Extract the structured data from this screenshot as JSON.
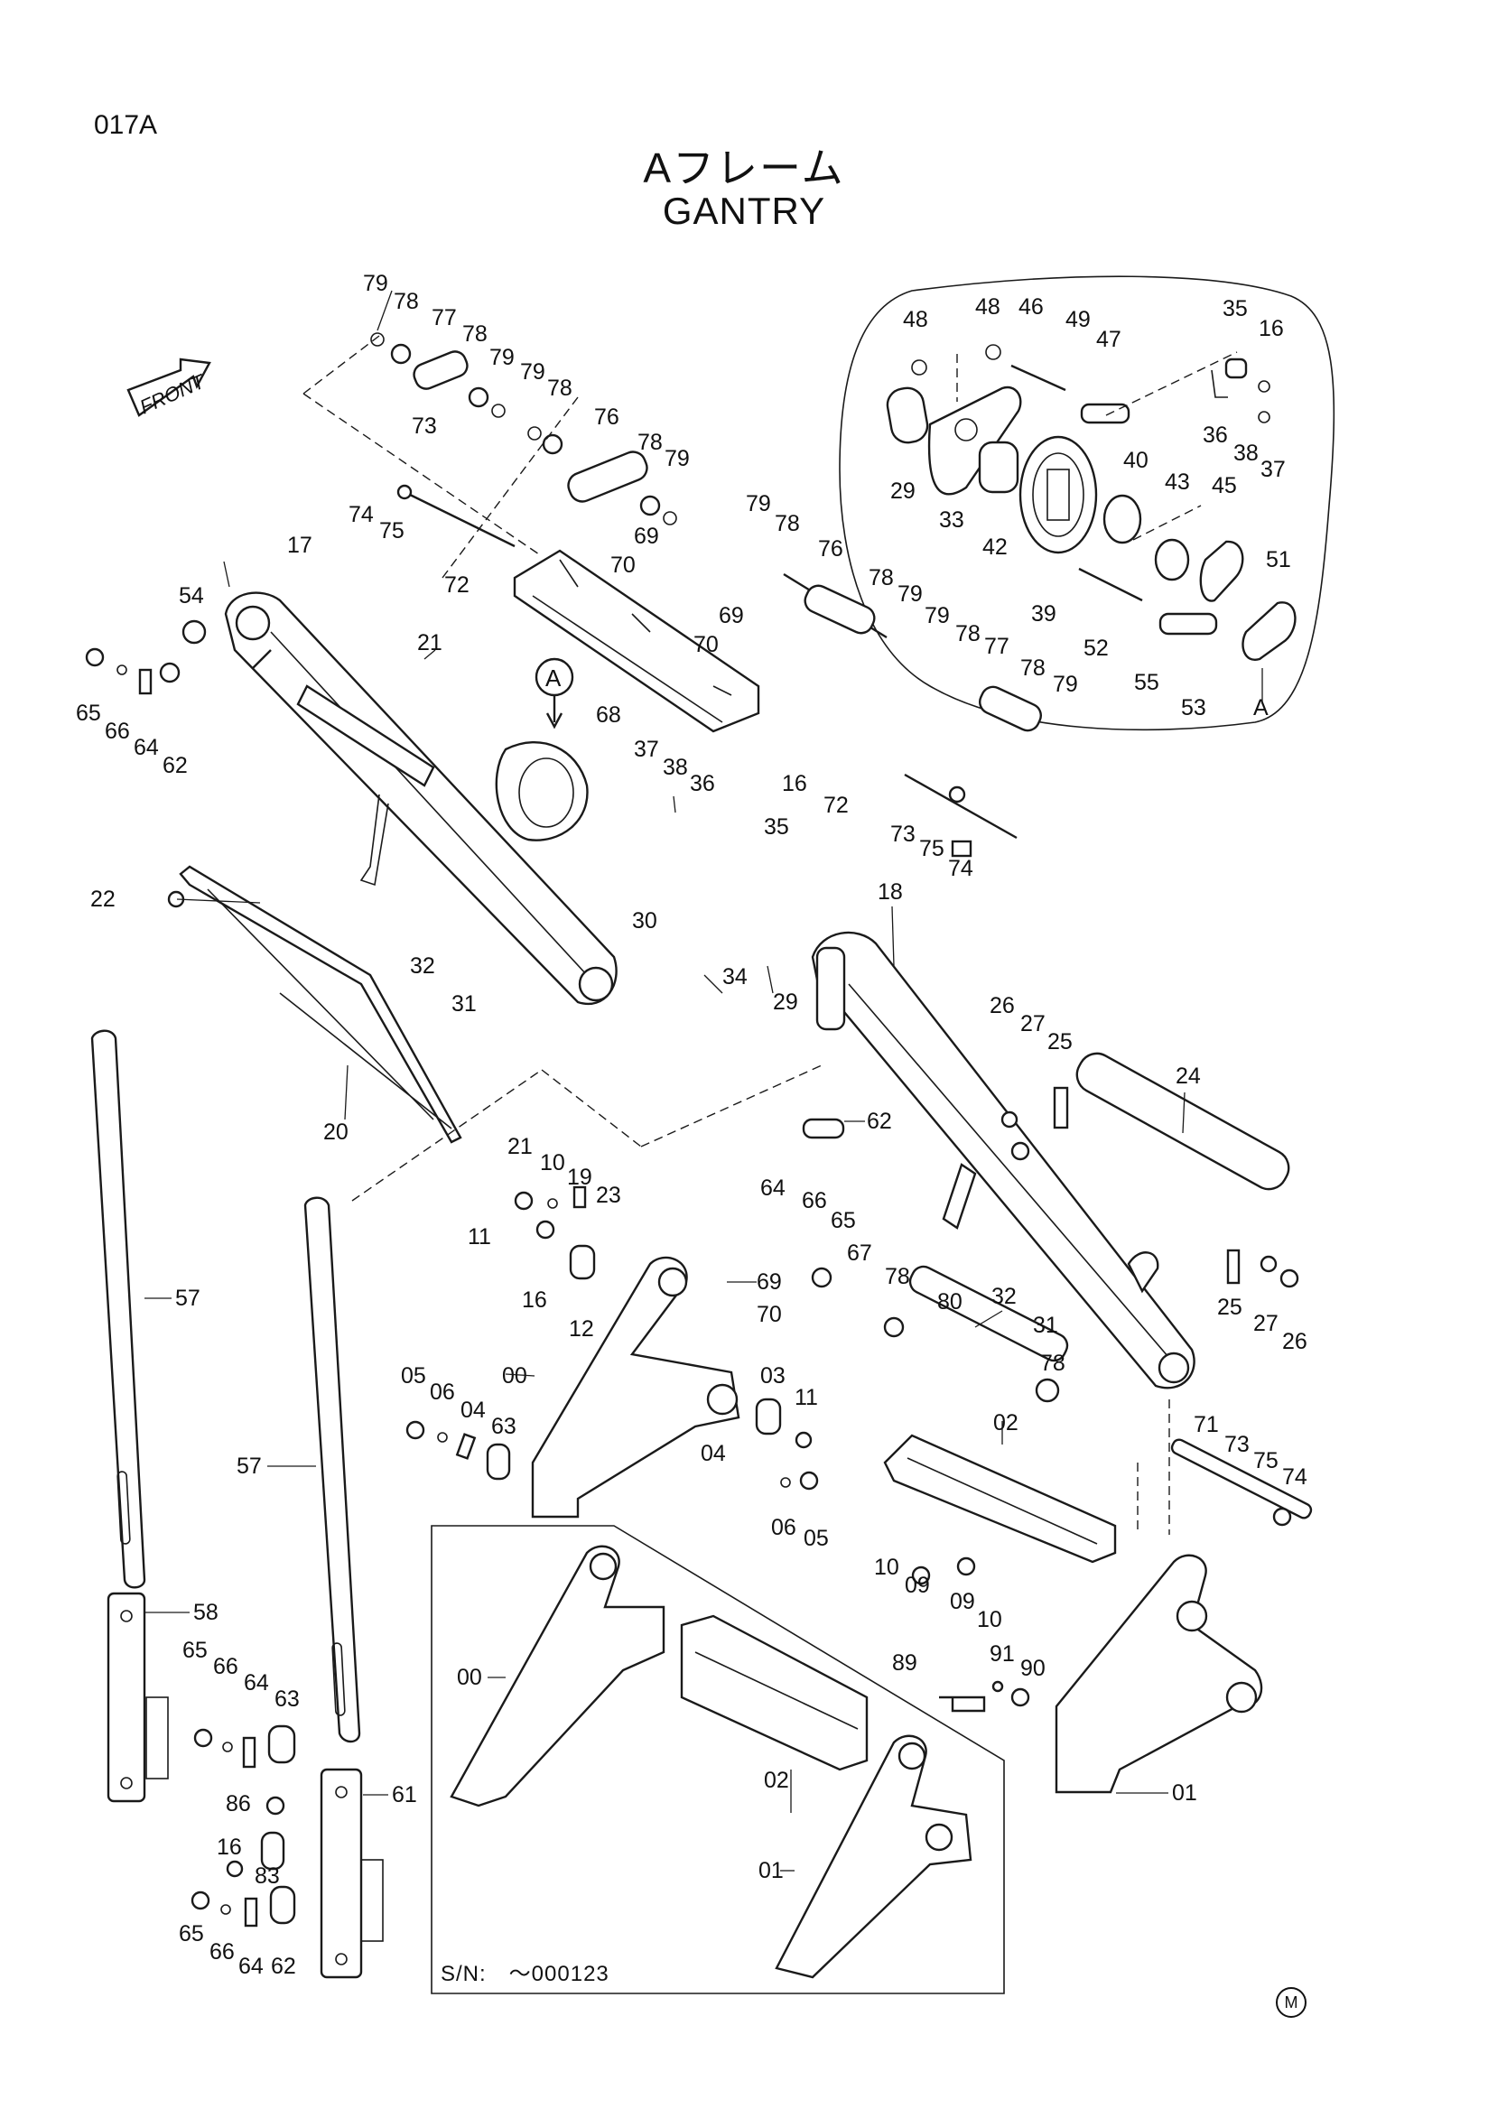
{
  "page_code": "017A",
  "title_jp": "Aフレーム",
  "title_en": "GANTRY",
  "front_label": "FRONT",
  "detail_tag": "A",
  "serial_note": "S/N:　～000123",
  "corner_mark": "M",
  "callouts": [
    {
      "id": "c1",
      "text": "79"
    },
    {
      "id": "c2",
      "text": "78"
    },
    {
      "id": "c3",
      "text": "77"
    },
    {
      "id": "c4",
      "text": "78"
    },
    {
      "id": "c5",
      "text": "79"
    },
    {
      "id": "c6",
      "text": "79"
    },
    {
      "id": "c7",
      "text": "78"
    },
    {
      "id": "c8",
      "text": "76"
    },
    {
      "id": "c9",
      "text": "78"
    },
    {
      "id": "c10",
      "text": "79"
    },
    {
      "id": "c11",
      "text": "73"
    },
    {
      "id": "c12",
      "text": "74"
    },
    {
      "id": "c13",
      "text": "75"
    },
    {
      "id": "c14",
      "text": "72"
    },
    {
      "id": "c15",
      "text": "69"
    },
    {
      "id": "c16",
      "text": "70"
    },
    {
      "id": "c17",
      "text": "17"
    },
    {
      "id": "c18",
      "text": "54"
    },
    {
      "id": "c19",
      "text": "21"
    },
    {
      "id": "c20",
      "text": "65"
    },
    {
      "id": "c21",
      "text": "66"
    },
    {
      "id": "c22",
      "text": "64"
    },
    {
      "id": "c23",
      "text": "62"
    },
    {
      "id": "c24",
      "text": "48"
    },
    {
      "id": "c25",
      "text": "48"
    },
    {
      "id": "c26",
      "text": "46"
    },
    {
      "id": "c27",
      "text": "49"
    },
    {
      "id": "c28",
      "text": "47"
    },
    {
      "id": "c29",
      "text": "35"
    },
    {
      "id": "c30",
      "text": "16"
    },
    {
      "id": "c31",
      "text": "36"
    },
    {
      "id": "c32",
      "text": "38"
    },
    {
      "id": "c33",
      "text": "37"
    },
    {
      "id": "c34",
      "text": "29"
    },
    {
      "id": "c35",
      "text": "33"
    },
    {
      "id": "c36",
      "text": "42"
    },
    {
      "id": "c37",
      "text": "40"
    },
    {
      "id": "c38",
      "text": "43"
    },
    {
      "id": "c39",
      "text": "45"
    },
    {
      "id": "c40",
      "text": "39"
    },
    {
      "id": "c41",
      "text": "51"
    },
    {
      "id": "c42",
      "text": "52"
    },
    {
      "id": "c43",
      "text": "55"
    },
    {
      "id": "c44",
      "text": "53"
    },
    {
      "id": "c45",
      "text": "A"
    },
    {
      "id": "c46",
      "text": "79"
    },
    {
      "id": "c47",
      "text": "78"
    },
    {
      "id": "c48",
      "text": "76"
    },
    {
      "id": "c49",
      "text": "78"
    },
    {
      "id": "c50",
      "text": "79"
    },
    {
      "id": "c51",
      "text": "69"
    },
    {
      "id": "c52",
      "text": "70"
    },
    {
      "id": "c53",
      "text": "79"
    },
    {
      "id": "c54",
      "text": "78"
    },
    {
      "id": "c55",
      "text": "77"
    },
    {
      "id": "c56",
      "text": "78"
    },
    {
      "id": "c57",
      "text": "79"
    },
    {
      "id": "c58",
      "text": "68"
    },
    {
      "id": "c59",
      "text": "37"
    },
    {
      "id": "c60",
      "text": "38"
    },
    {
      "id": "c61",
      "text": "36"
    },
    {
      "id": "c62",
      "text": "16"
    },
    {
      "id": "c63",
      "text": "35"
    },
    {
      "id": "c64",
      "text": "72"
    },
    {
      "id": "c65",
      "text": "73"
    },
    {
      "id": "c66",
      "text": "75"
    },
    {
      "id": "c67",
      "text": "74"
    },
    {
      "id": "c68",
      "text": "22"
    },
    {
      "id": "c69",
      "text": "32"
    },
    {
      "id": "c70",
      "text": "31"
    },
    {
      "id": "c71",
      "text": "30"
    },
    {
      "id": "c72",
      "text": "34"
    },
    {
      "id": "c73",
      "text": "29"
    },
    {
      "id": "c74",
      "text": "18"
    },
    {
      "id": "c75",
      "text": "20"
    },
    {
      "id": "c76",
      "text": "26"
    },
    {
      "id": "c77",
      "text": "27"
    },
    {
      "id": "c78",
      "text": "25"
    },
    {
      "id": "c79",
      "text": "24"
    },
    {
      "id": "c80",
      "text": "62"
    },
    {
      "id": "c81",
      "text": "64"
    },
    {
      "id": "c82",
      "text": "66"
    },
    {
      "id": "c83",
      "text": "65"
    },
    {
      "id": "c84",
      "text": "21"
    },
    {
      "id": "c85",
      "text": "10"
    },
    {
      "id": "c86",
      "text": "19"
    },
    {
      "id": "c87",
      "text": "23"
    },
    {
      "id": "c88",
      "text": "11"
    },
    {
      "id": "c89",
      "text": "16"
    },
    {
      "id": "c90",
      "text": "12"
    },
    {
      "id": "c91",
      "text": "57"
    },
    {
      "id": "c92",
      "text": "57"
    },
    {
      "id": "c93",
      "text": "69"
    },
    {
      "id": "c94",
      "text": "67"
    },
    {
      "id": "c95",
      "text": "78"
    },
    {
      "id": "c96",
      "text": "70"
    },
    {
      "id": "c97",
      "text": "80"
    },
    {
      "id": "c98",
      "text": "32"
    },
    {
      "id": "c99",
      "text": "31"
    },
    {
      "id": "c100",
      "text": "25"
    },
    {
      "id": "c101",
      "text": "27"
    },
    {
      "id": "c102",
      "text": "26"
    },
    {
      "id": "c103",
      "text": "05"
    },
    {
      "id": "c104",
      "text": "06"
    },
    {
      "id": "c105",
      "text": "00"
    },
    {
      "id": "c106",
      "text": "04"
    },
    {
      "id": "c107",
      "text": "63"
    },
    {
      "id": "c108",
      "text": "03"
    },
    {
      "id": "c109",
      "text": "11"
    },
    {
      "id": "c110",
      "text": "04"
    },
    {
      "id": "c111",
      "text": "06"
    },
    {
      "id": "c112",
      "text": "05"
    },
    {
      "id": "c113",
      "text": "78"
    },
    {
      "id": "c114",
      "text": "02"
    },
    {
      "id": "c115",
      "text": "71"
    },
    {
      "id": "c116",
      "text": "73"
    },
    {
      "id": "c117",
      "text": "75"
    },
    {
      "id": "c118",
      "text": "74"
    },
    {
      "id": "c119",
      "text": "10"
    },
    {
      "id": "c120",
      "text": "09"
    },
    {
      "id": "c121",
      "text": "09"
    },
    {
      "id": "c122",
      "text": "10"
    },
    {
      "id": "c123",
      "text": "58"
    },
    {
      "id": "c124",
      "text": "65"
    },
    {
      "id": "c125",
      "text": "66"
    },
    {
      "id": "c126",
      "text": "64"
    },
    {
      "id": "c127",
      "text": "63"
    },
    {
      "id": "c128",
      "text": "61"
    },
    {
      "id": "c129",
      "text": "86"
    },
    {
      "id": "c130",
      "text": "16"
    },
    {
      "id": "c131",
      "text": "83"
    },
    {
      "id": "c132",
      "text": "65"
    },
    {
      "id": "c133",
      "text": "66"
    },
    {
      "id": "c134",
      "text": "64"
    },
    {
      "id": "c135",
      "text": "62"
    },
    {
      "id": "c136",
      "text": "00"
    },
    {
      "id": "c137",
      "text": "02"
    },
    {
      "id": "c138",
      "text": "01"
    },
    {
      "id": "c139",
      "text": "89"
    },
    {
      "id": "c140",
      "text": "91"
    },
    {
      "id": "c141",
      "text": "90"
    },
    {
      "id": "c142",
      "text": "01"
    }
  ]
}
